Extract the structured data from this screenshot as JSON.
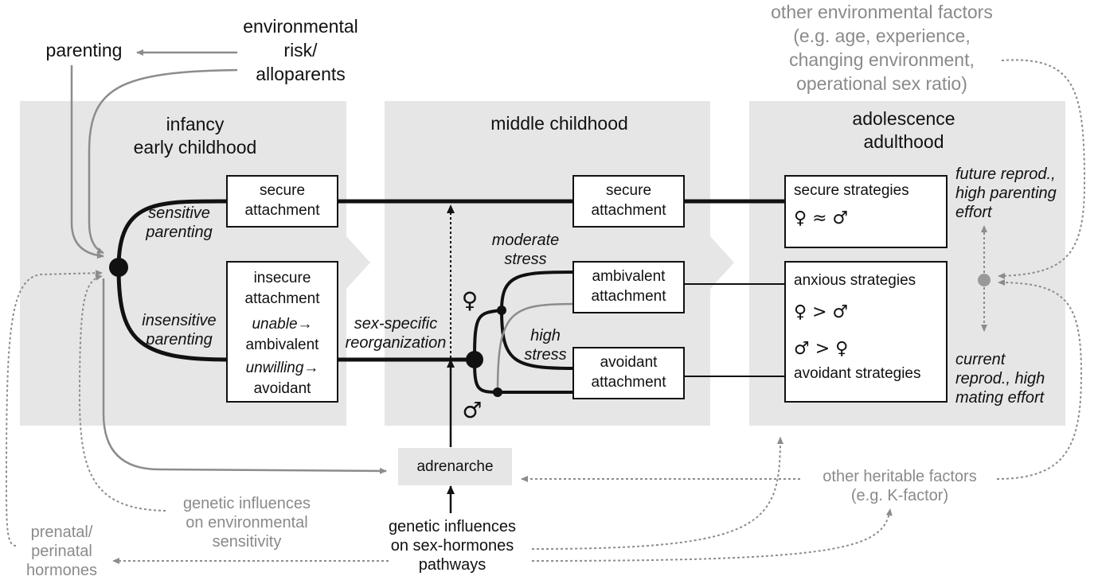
{
  "top": {
    "parenting": "parenting",
    "env_risk": [
      "environmental",
      "risk/",
      "alloparents"
    ],
    "other_env": [
      "other environmental factors",
      "(e.g. age, experience,",
      "changing environment,",
      "operational sex ratio)"
    ]
  },
  "stages": {
    "infancy": [
      "infancy",
      "early childhood"
    ],
    "middle": "middle childhood",
    "adolescence": [
      "adolescence",
      "adulthood"
    ]
  },
  "boxes": {
    "secure_attachment_1": [
      "secure",
      "attachment"
    ],
    "insecure_attachment": [
      "insecure",
      "attachment"
    ],
    "unable": "unable→",
    "ambivalent_1": "ambivalent",
    "unwilling": "unwilling→",
    "avoidant_1": "avoidant",
    "secure_attachment_2": [
      "secure",
      "attachment"
    ],
    "ambivalent_attachment": [
      "ambivalent",
      "attachment"
    ],
    "avoidant_attachment": [
      "avoidant",
      "attachment"
    ],
    "secure_strategies": "secure strategies",
    "secure_relation": "♀ ≈ ♂",
    "anxious_strategies": "anxious strategies",
    "anxious_relation": "♀ > ♂",
    "avoidant_relation": "♂ > ♀",
    "avoidant_strategies": "avoidant strategies",
    "adrenarche": "adrenarche"
  },
  "labels": {
    "sensitive_parenting": [
      "sensitive",
      "parenting"
    ],
    "insensitive_parenting": [
      "insensitive",
      "parenting"
    ],
    "sex_specific": [
      "sex-specific",
      "reorganization"
    ],
    "moderate_stress": [
      "moderate",
      "stress"
    ],
    "high_stress": [
      "high",
      "stress"
    ],
    "female_symbol": "♀",
    "male_symbol": "♂",
    "future_reprod": [
      "future reprod.,",
      "high parenting",
      "effort"
    ],
    "current_reprod": [
      "current",
      "reprod., high",
      "mating effort"
    ]
  },
  "bottom": {
    "genetic_env": [
      "genetic influences",
      "on environmental",
      "sensitivity"
    ],
    "prenatal": [
      "prenatal/",
      "perinatal",
      "hormones"
    ],
    "genetic_sex": [
      "genetic influences",
      "on sex-hormones",
      "pathways"
    ],
    "other_heritable": [
      "other heritable factors",
      "(e.g. K-factor)"
    ]
  },
  "colors": {
    "panel": "#e6e6e6",
    "gray_text": "#8a8a8a",
    "gray_arrow": "#8c8c8c",
    "black": "#111111"
  }
}
